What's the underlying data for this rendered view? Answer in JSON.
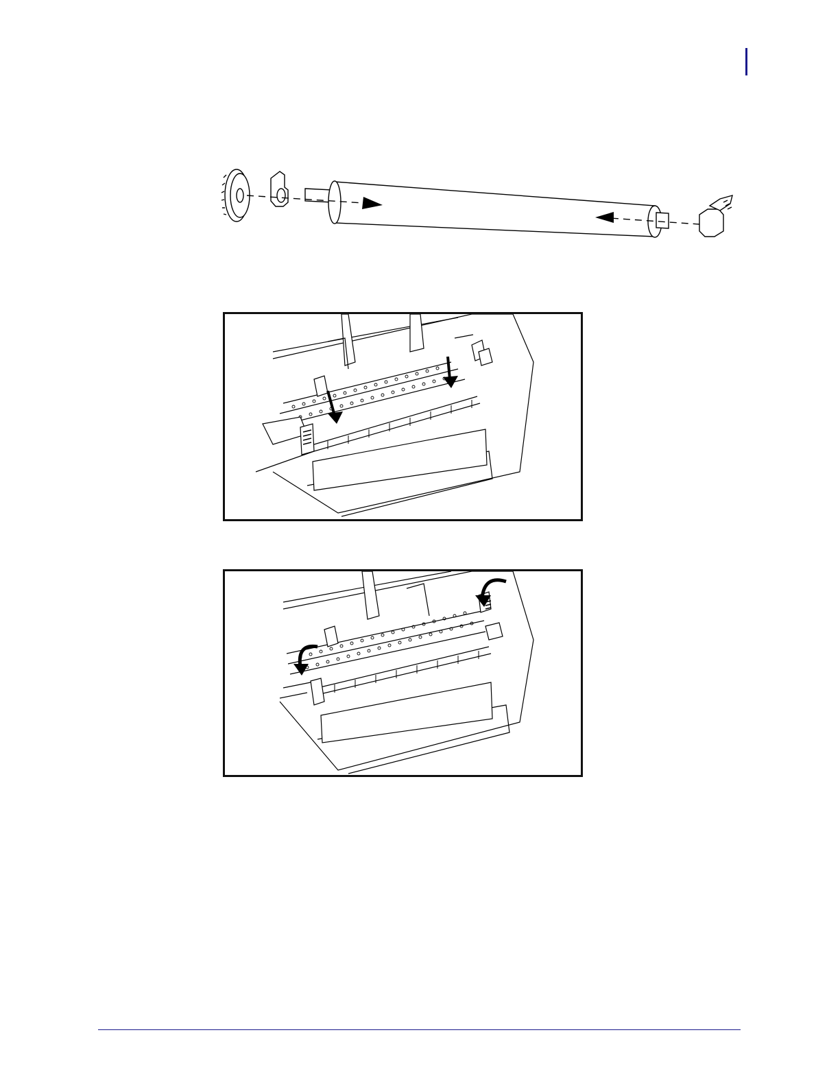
{
  "page": {
    "has_change_bar": true,
    "accent_color": "#1a1a8c"
  },
  "figures": [
    {
      "id": "fig-roller",
      "icon": "platen-roller-exploded-icon"
    },
    {
      "id": "fig-install",
      "icon": "platen-install-arrows-icon"
    },
    {
      "id": "fig-latch",
      "icon": "platen-latch-rotate-icon"
    }
  ]
}
